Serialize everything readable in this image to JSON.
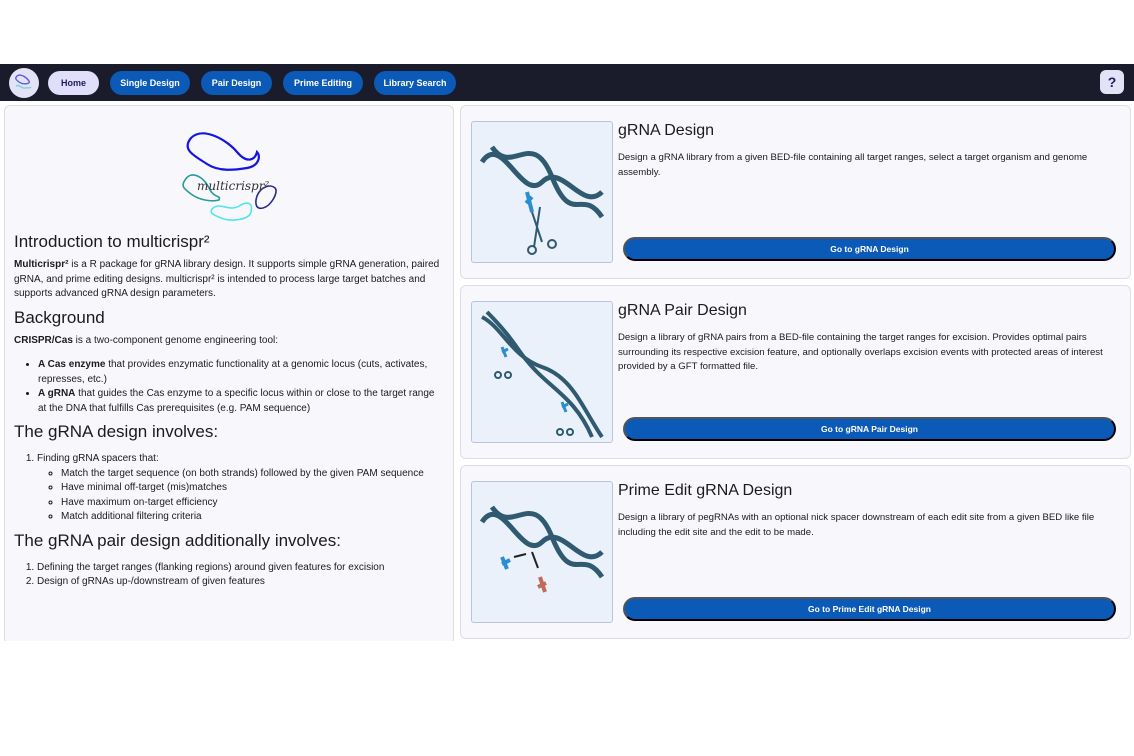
{
  "nav": {
    "items": [
      "Home",
      "Single Design",
      "Pair Design",
      "Prime Editing",
      "Library Search"
    ],
    "help": "?"
  },
  "logo": {
    "text": "multicrispr²"
  },
  "intro": {
    "title": "Introduction to multicrispr²",
    "p1_bold": "Multicrispr²",
    "p1": " is a R package for gRNA library design. It supports simple gRNA generation, paired gRNA, and prime editing designs. multicrispr² is intended to process large target batches and supports advanced gRNA design parameters.",
    "bg_title": "Background",
    "bg_bold": "CRISPR/Cas",
    "bg": " is a two-component genome engineering tool:",
    "bullets": [
      {
        "b": "A Cas enzyme",
        "t": " that provides enzymatic functionality at a genomic locus (cuts, activates, represses, etc.)"
      },
      {
        "b": "A gRNA",
        "t": " that guides the Cas enzyme to a specific locus within or close to the target range at the DNA that fulfills Cas prerequisites (e.g. PAM sequence)"
      }
    ],
    "design_title": "The gRNA design involves:",
    "design_item": "Finding gRNA spacers that:",
    "design_sub": [
      "Match the target sequence (on both strands) followed by the given PAM sequence",
      "Have minimal off-target (mis)matches",
      "Have maximum on-target efficiency",
      "Match additional filtering criteria"
    ],
    "pair_title": "The gRNA pair design additionally involves:",
    "pair_items": [
      "Defining the target ranges (flanking regions) around given features for excision",
      "Design of gRNAs up-/downstream of given features"
    ]
  },
  "cards": [
    {
      "title": "gRNA Design",
      "desc": "Design a gRNA library from a given BED-file containing all target ranges, select a target organism and genome assembly.",
      "button": "Go to gRNA Design"
    },
    {
      "title": "gRNA Pair Design",
      "desc": "Design a library of gRNA pairs from a BED-file containing the target ranges for excision. Provides optimal pairs surrounding its respective excision feature, and optionally overlaps excision events with protected areas of interest provided by a GFT formatted file.",
      "button": "Go to gRNA Pair Design"
    },
    {
      "title": "Prime Edit gRNA Design",
      "desc": "Design a library of pegRNAs with an optional nick spacer downstream of each edit site from a given BED like file including the edit site and the edit to be made.",
      "button": "Go to Prime Edit gRNA Design"
    }
  ]
}
